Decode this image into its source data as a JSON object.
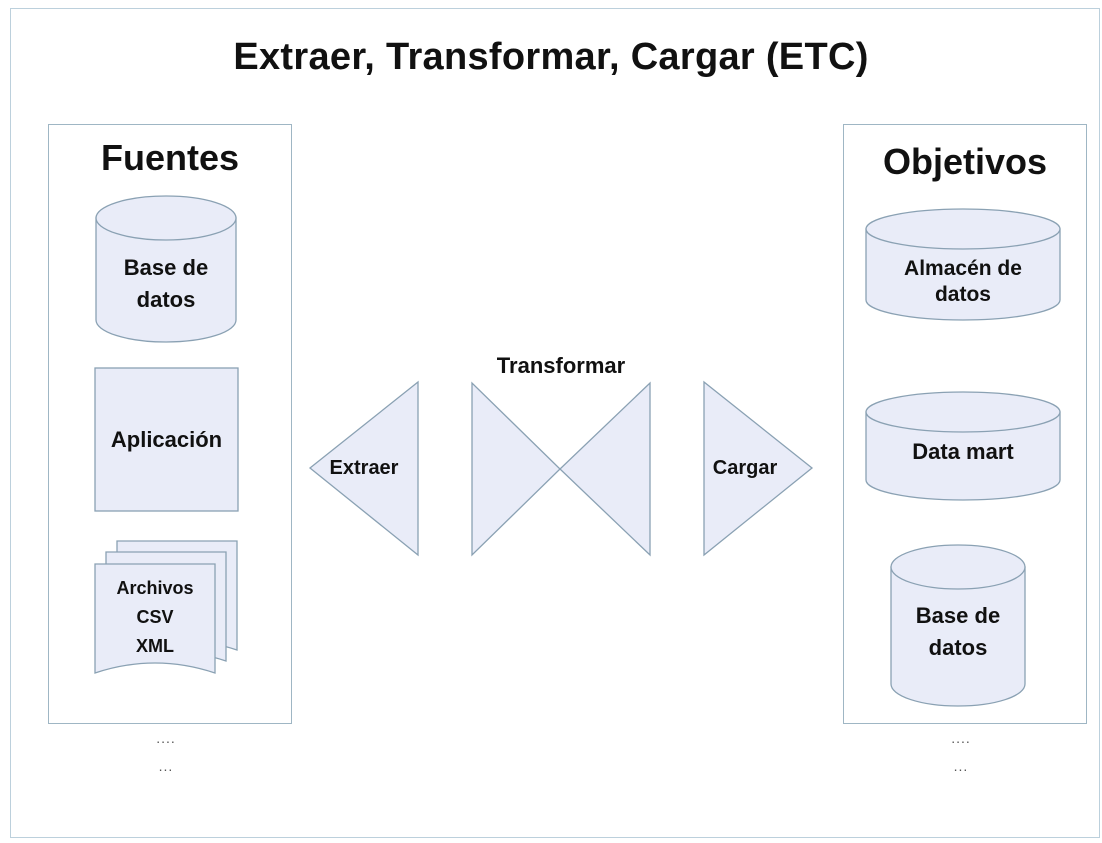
{
  "title": "Extraer, Transformar, Cargar (ETC)",
  "sources": {
    "heading": "Fuentes",
    "database_line1": "Base de",
    "database_line2": "datos",
    "application": "Aplicación",
    "files_line1": "Archivos",
    "files_line2": "CSV",
    "files_line3": "XML",
    "more1": "....",
    "more2": "..."
  },
  "process": {
    "extract": "Extraer",
    "transform": "Transformar",
    "load": "Cargar"
  },
  "targets": {
    "heading": "Objetivos",
    "warehouse_line1": "Almacén de",
    "warehouse_line2": "datos",
    "datamart": "Data mart",
    "database_line1": "Base de",
    "database_line2": "datos",
    "more1": "....",
    "more2": "..."
  },
  "colors": {
    "shape_fill": "#e9ecf8",
    "shape_stroke": "#8aa1b3",
    "panel_border": "#9fb6c4"
  }
}
